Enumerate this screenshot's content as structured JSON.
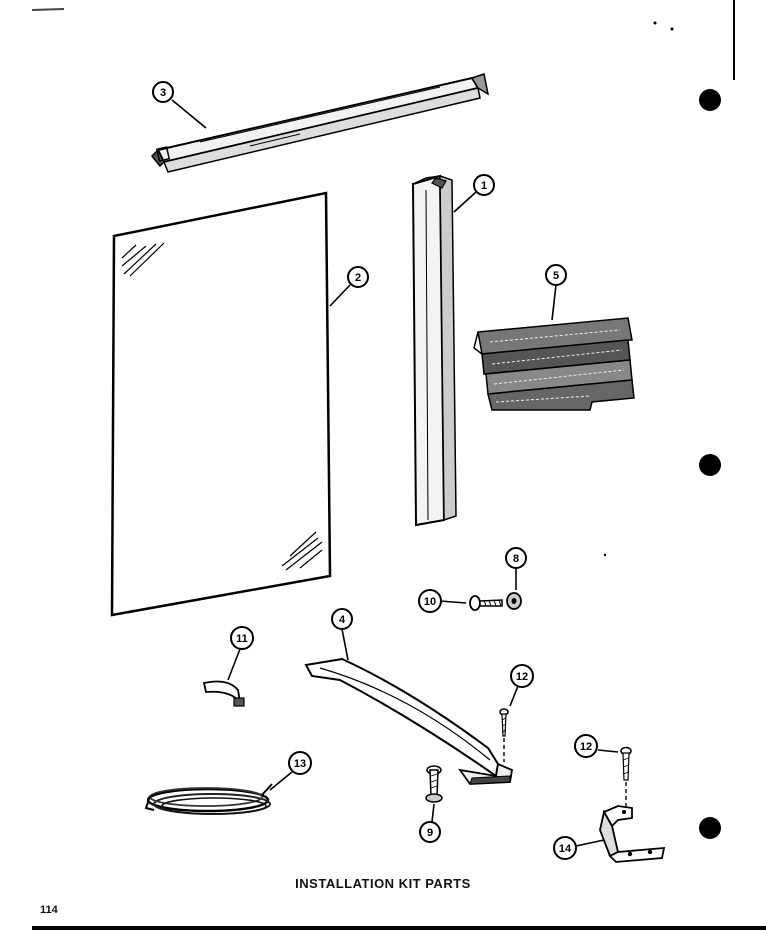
{
  "caption": "INSTALLATION KIT PARTS",
  "page_number": "114",
  "callouts": {
    "c1": "1",
    "c2": "2",
    "c3": "3",
    "c4": "4",
    "c5": "5",
    "c8": "8",
    "c9": "9",
    "c10": "10",
    "c11": "11",
    "c12a": "12",
    "c12b": "12",
    "c13": "13",
    "c14": "14"
  }
}
